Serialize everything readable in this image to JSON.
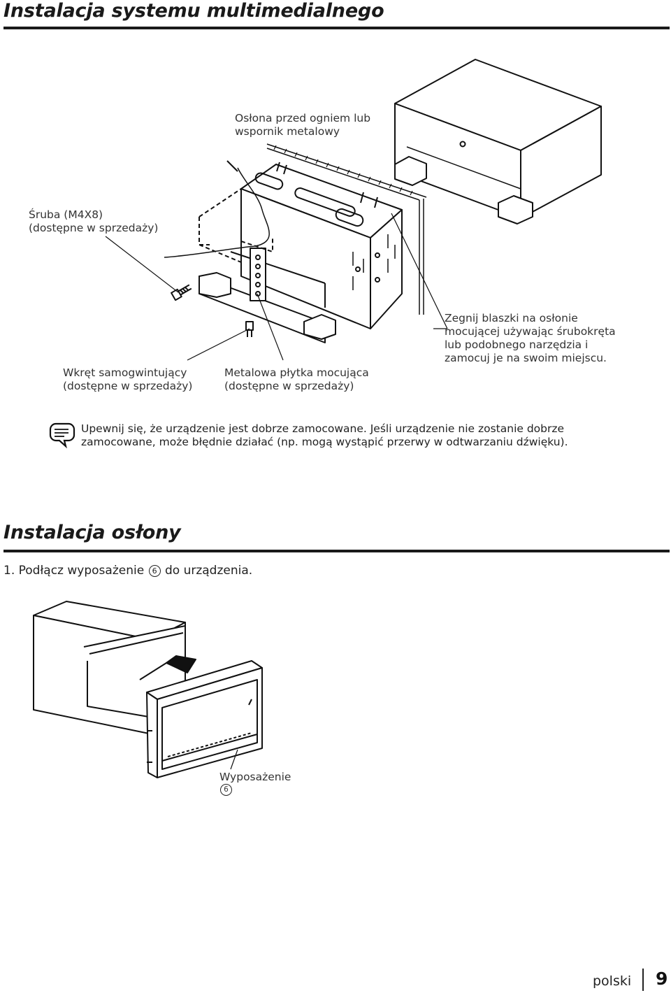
{
  "section1": {
    "title": "Instalacja systemu multimedialnego",
    "labels": {
      "shield": [
        "Osłona przed ogniem lub",
        "wspornik metalowy"
      ],
      "screw": [
        "Śruba (M4X8)",
        "(dostępne w sprzedaży)"
      ],
      "tapping": [
        "Wkręt samogwintujący",
        "(dostępne w sprzedaży)"
      ],
      "plate": [
        "Metalowa płytka mocująca",
        "(dostępne w sprzedaży)"
      ],
      "bend": [
        "Zegnij blaszki na osłonie",
        "mocującej używając śrubokręta",
        "lub podobnego narzędzia i",
        "zamocuj je na swoim miejscu."
      ]
    },
    "note": [
      "Upewnij się, że urządzenie jest dobrze zamocowane. Jeśli urządzenie nie zostanie dobrze",
      "zamocowane, może błędnie działać (np. mogą wystąpić przerwy w odtwarzaniu dźwięku)."
    ]
  },
  "section2": {
    "title": "Instalacja osłony",
    "step_before": "1. Podłącz wyposażenie",
    "accessory_number": "6",
    "step_after": "do urządzenia.",
    "accessory_label": "Wyposażenie"
  },
  "footer": {
    "language": "polski",
    "page": "9"
  }
}
